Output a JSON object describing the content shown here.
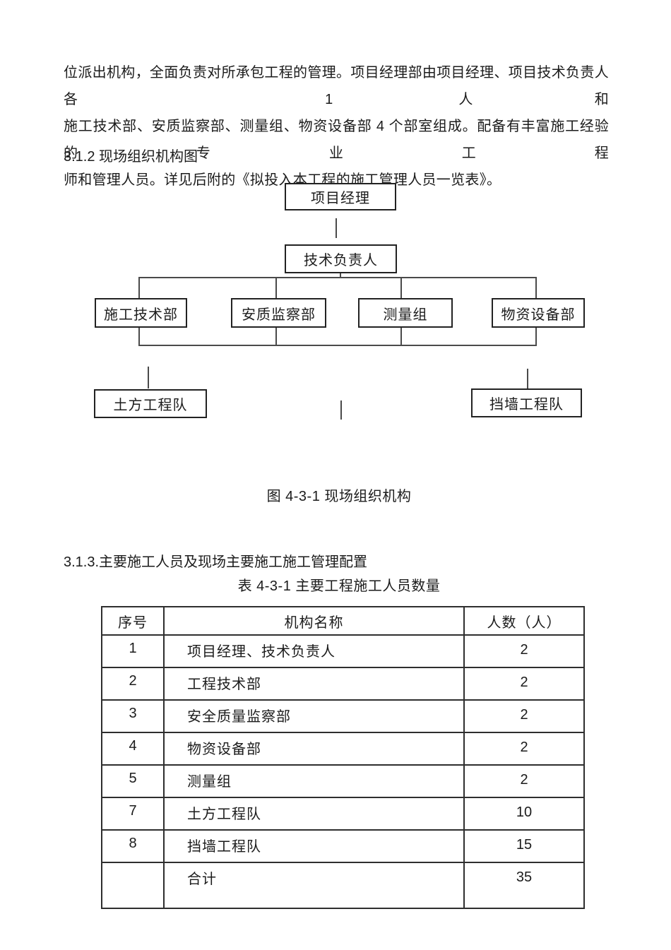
{
  "document": {
    "paragraph_lines": [
      "位派出机构，全面负责对所承包工程的管理。项目经理部由项目经理、项目技术负责人各 1 人和",
      "施工技术部、安质监察部、测量组、物资设备部 4 个部室组成。配备有丰富施工经验的专业工程",
      "师和管理人员。详见后附的《拟投入本工程的施工管理人员一览表》。"
    ],
    "heading_312": "3.1.2 现场组织机构图",
    "figure_caption": "图 4-3-1 现场组织机构",
    "heading_313": "3.1.3.主要施工人员及现场主要施工施工管理配置",
    "table_caption": "表 4-3-1 主要工程施工人员数量"
  },
  "org_chart": {
    "level1": "项目经理",
    "level2": "技术负责人",
    "departments": [
      "施工技术部",
      "安质监察部",
      "测量组",
      "物资设备部"
    ],
    "teams": [
      "土方工程队",
      "挡墙工程队"
    ]
  },
  "table": {
    "headers": [
      "序号",
      "机构名称",
      "人数（人）"
    ],
    "rows": [
      {
        "no": "1",
        "name": "项目经理、技术负责人",
        "count": "2"
      },
      {
        "no": "2",
        "name": "工程技术部",
        "count": "2"
      },
      {
        "no": "3",
        "name": "安全质量监察部",
        "count": "2"
      },
      {
        "no": "4",
        "name": "物资设备部",
        "count": "2"
      },
      {
        "no": "5",
        "name": "测量组",
        "count": "2"
      },
      {
        "no": "7",
        "name": "土方工程队",
        "count": "10"
      },
      {
        "no": "8",
        "name": "挡墙工程队",
        "count": "15"
      },
      {
        "no": "",
        "name": "合计",
        "count": "35"
      }
    ]
  },
  "colors": {
    "background": "#ffffff",
    "text": "#1b1b1b",
    "box_border": "#222222",
    "table_border": "#2e2e2e",
    "connector": "#4a4a4a"
  }
}
